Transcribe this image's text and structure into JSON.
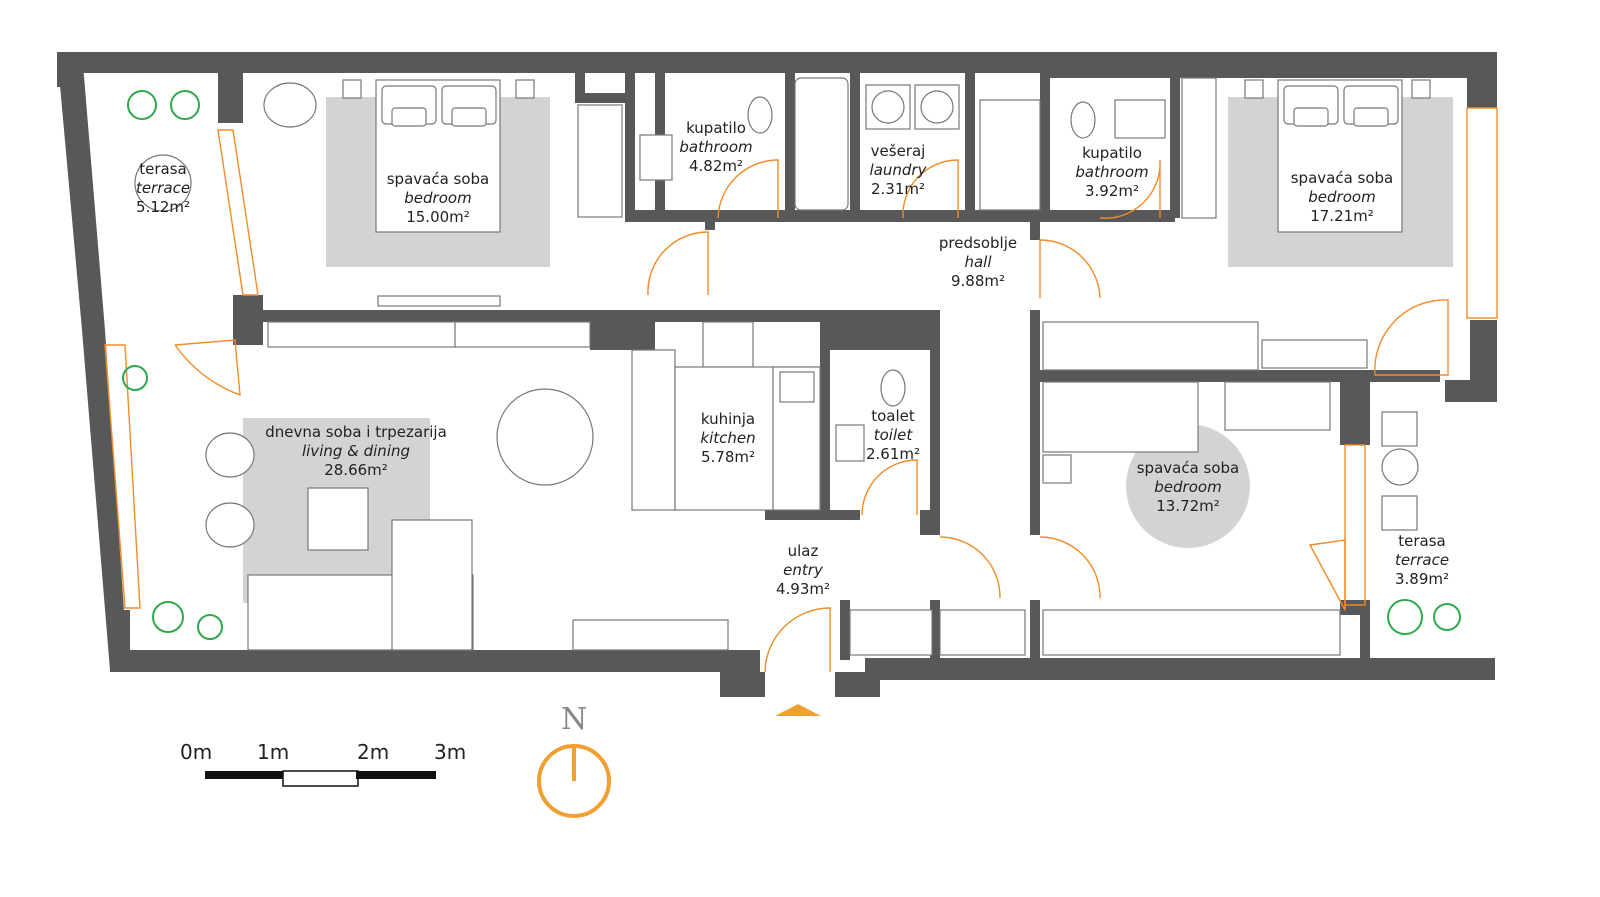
{
  "rooms": {
    "terrace_west": {
      "sr": "terasa",
      "en": "terrace",
      "area": "5.12m²"
    },
    "bedroom_1": {
      "sr": "spavaća soba",
      "en": "bedroom",
      "area": "15.00m²"
    },
    "bathroom_1": {
      "sr": "kupatilo",
      "en": "bathroom",
      "area": "4.82m²"
    },
    "laundry": {
      "sr": "vešeraj",
      "en": "laundry",
      "area": "2.31m²"
    },
    "bathroom_2": {
      "sr": "kupatilo",
      "en": "bathroom",
      "area": "3.92m²"
    },
    "bedroom_2": {
      "sr": "spavaća soba",
      "en": "bedroom",
      "area": "17.21m²"
    },
    "hall": {
      "sr": "predsoblje",
      "en": "hall",
      "area": "9.88m²"
    },
    "living": {
      "sr": "dnevna soba i trpezarija",
      "en": "living & dining",
      "area": "28.66m²"
    },
    "kitchen": {
      "sr": "kuhinja",
      "en": "kitchen",
      "area": "5.78m²"
    },
    "toilet": {
      "sr": "toalet",
      "en": "toilet",
      "area": "2.61m²"
    },
    "entry": {
      "sr": "ulaz",
      "en": "entry",
      "area": "4.93m²"
    },
    "bedroom_3": {
      "sr": "spavaća soba",
      "en": "bedroom",
      "area": "13.72m²"
    },
    "terrace_east": {
      "sr": "terasa",
      "en": "terrace",
      "area": "3.89m²"
    }
  },
  "scale": {
    "labels": [
      "0m",
      "1m",
      "2m",
      "3m"
    ]
  },
  "north": {
    "letter": "N"
  },
  "colors": {
    "wall": "#58585a",
    "accent": "#f0a030",
    "door": "#f28c28",
    "plant": "#2ea84a",
    "furniture_fill": "#d3d3d3"
  }
}
